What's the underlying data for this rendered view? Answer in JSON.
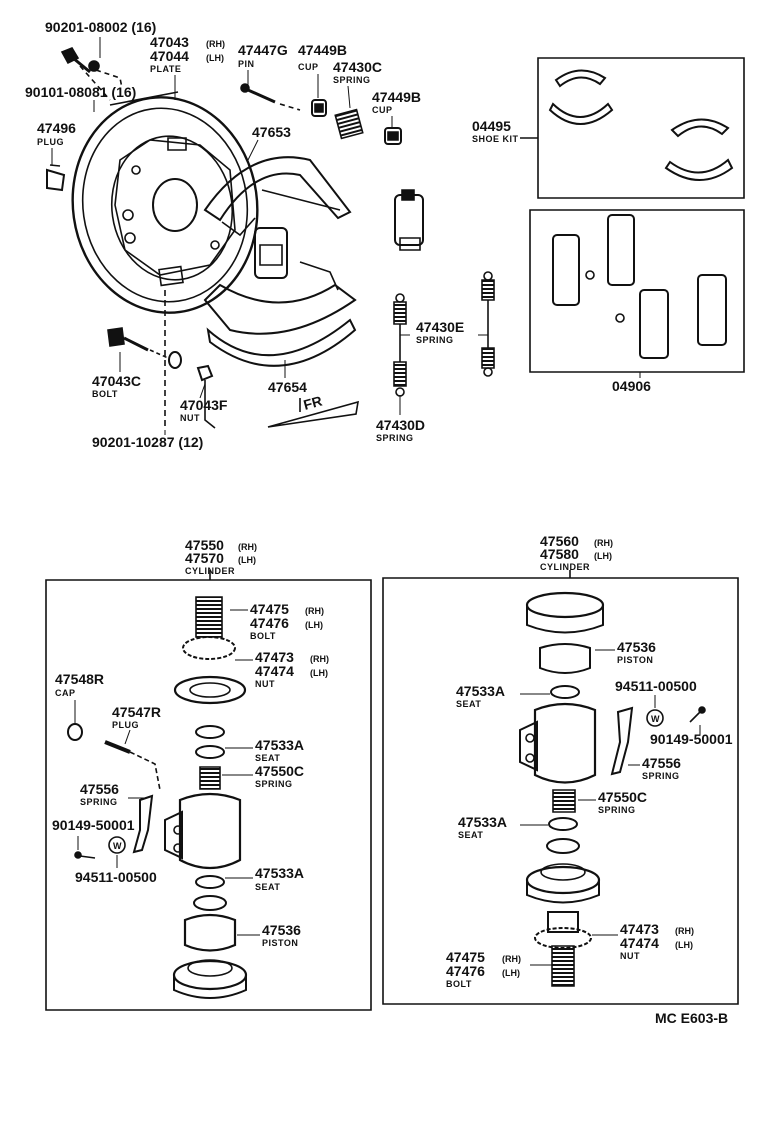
{
  "diagram_code": "MC E603-B",
  "top_assembly": {
    "labels": [
      {
        "id": "90201-08002",
        "part": "90201-08002 (16)"
      },
      {
        "id": "47043",
        "part": "47043",
        "side": "(RH)"
      },
      {
        "id": "47044",
        "part": "47044",
        "side": "(LH)",
        "type": "PLATE"
      },
      {
        "id": "47447G",
        "part": "47447G",
        "type": "PIN"
      },
      {
        "id": "47449B-top",
        "part": "47449B",
        "type": "CUP"
      },
      {
        "id": "47430C",
        "part": "47430C",
        "type": "SPRING"
      },
      {
        "id": "47449B",
        "part": "47449B",
        "type": "CUP"
      },
      {
        "id": "90101-08081",
        "part": "90101-08081 (16)"
      },
      {
        "id": "47496",
        "part": "47496",
        "type": "PLUG"
      },
      {
        "id": "47653",
        "part": "47653"
      },
      {
        "id": "04495",
        "part": "04495",
        "type": "SHOE KIT"
      },
      {
        "id": "47430E",
        "part": "47430E",
        "type": "SPRING"
      },
      {
        "id": "04906",
        "part": "04906"
      },
      {
        "id": "47043C",
        "part": "47043C",
        "type": "BOLT"
      },
      {
        "id": "47043F",
        "part": "47043F",
        "type": "NUT"
      },
      {
        "id": "47654",
        "part": "47654"
      },
      {
        "id": "47430D",
        "part": "47430D",
        "type": "SPRING"
      },
      {
        "id": "90201-10287",
        "part": "90201-10287 (12)"
      }
    ],
    "fr_arrow": "FR"
  },
  "left_cylinder": {
    "header": {
      "part_rh": "47550",
      "side_rh": "(RH)",
      "part_lh": "47570",
      "side_lh": "(LH)",
      "type": "CYLINDER"
    },
    "labels": [
      {
        "id": "47475",
        "part": "47475",
        "side": "(RH)"
      },
      {
        "id": "47476",
        "part": "47476",
        "side": "(LH)",
        "type": "BOLT"
      },
      {
        "id": "47473",
        "part": "47473",
        "side": "(RH)"
      },
      {
        "id": "47474",
        "part": "47474",
        "side": "(LH)",
        "type": "NUT"
      },
      {
        "id": "47548R",
        "part": "47548R",
        "type": "CAP"
      },
      {
        "id": "47547R",
        "part": "47547R",
        "type": "PLUG"
      },
      {
        "id": "47533A-a",
        "part": "47533A",
        "type": "SEAT"
      },
      {
        "id": "47550C",
        "part": "47550C",
        "type": "SPRING"
      },
      {
        "id": "47556",
        "part": "47556",
        "type": "SPRING"
      },
      {
        "id": "90149-50001",
        "part": "90149-50001"
      },
      {
        "id": "94511-00500",
        "part": "94511-00500"
      },
      {
        "id": "47533A-b",
        "part": "47533A",
        "type": "SEAT"
      },
      {
        "id": "47536",
        "part": "47536",
        "type": "PISTON"
      }
    ]
  },
  "right_cylinder": {
    "header": {
      "part_rh": "47560",
      "side_rh": "(RH)",
      "part_lh": "47580",
      "side_lh": "(LH)",
      "type": "CYLINDER"
    },
    "labels": [
      {
        "id": "47536",
        "part": "47536",
        "type": "PISTON"
      },
      {
        "id": "47533A-a",
        "part": "47533A",
        "type": "SEAT"
      },
      {
        "id": "94511-00500",
        "part": "94511-00500"
      },
      {
        "id": "90149-50001",
        "part": "90149-50001"
      },
      {
        "id": "47556",
        "part": "47556",
        "type": "SPRING"
      },
      {
        "id": "47550C",
        "part": "47550C",
        "type": "SPRING"
      },
      {
        "id": "47533A-b",
        "part": "47533A",
        "type": "SEAT"
      },
      {
        "id": "47473",
        "part": "47473",
        "side": "(RH)"
      },
      {
        "id": "47474",
        "part": "47474",
        "side": "(LH)",
        "type": "NUT"
      },
      {
        "id": "47475",
        "part": "47475",
        "side": "(RH)"
      },
      {
        "id": "47476",
        "part": "47476",
        "side": "(LH)",
        "type": "BOLT"
      }
    ]
  },
  "washer_symbol": "W"
}
